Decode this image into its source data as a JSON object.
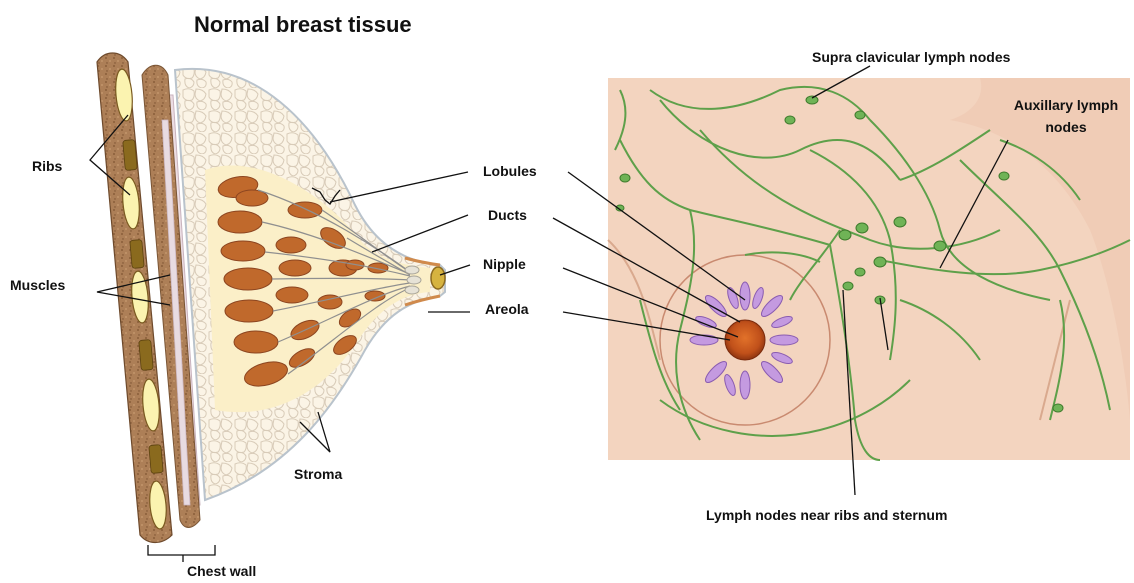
{
  "left_panel": {
    "title": "Normal breast tissue",
    "labels": {
      "ribs": "Ribs",
      "muscles": "Muscles",
      "lobules": "Lobules",
      "ducts": "Ducts",
      "nipple": "Nipple",
      "areola": "Areola",
      "stroma": "Stroma",
      "chest_wall": "Chest wall"
    }
  },
  "right_panel": {
    "labels": {
      "supraclavicular": "Supra clavicular lymph nodes",
      "axillary_line1": "Auxillary lymph",
      "axillary_line2": "nodes",
      "near_ribs": "Lymph nodes near ribs and sternum"
    }
  },
  "colors": {
    "skin": "#f3d4bf",
    "lymph": "#5ea04a",
    "rib_brown": "#a97a52",
    "rib_bone": "#fbf3b0",
    "muscle": "#e9d4dc",
    "fat": "#fbf0cf",
    "lobule": "#c0692c",
    "areola": "#d8732e",
    "duct_purple": "#b98cd6"
  }
}
